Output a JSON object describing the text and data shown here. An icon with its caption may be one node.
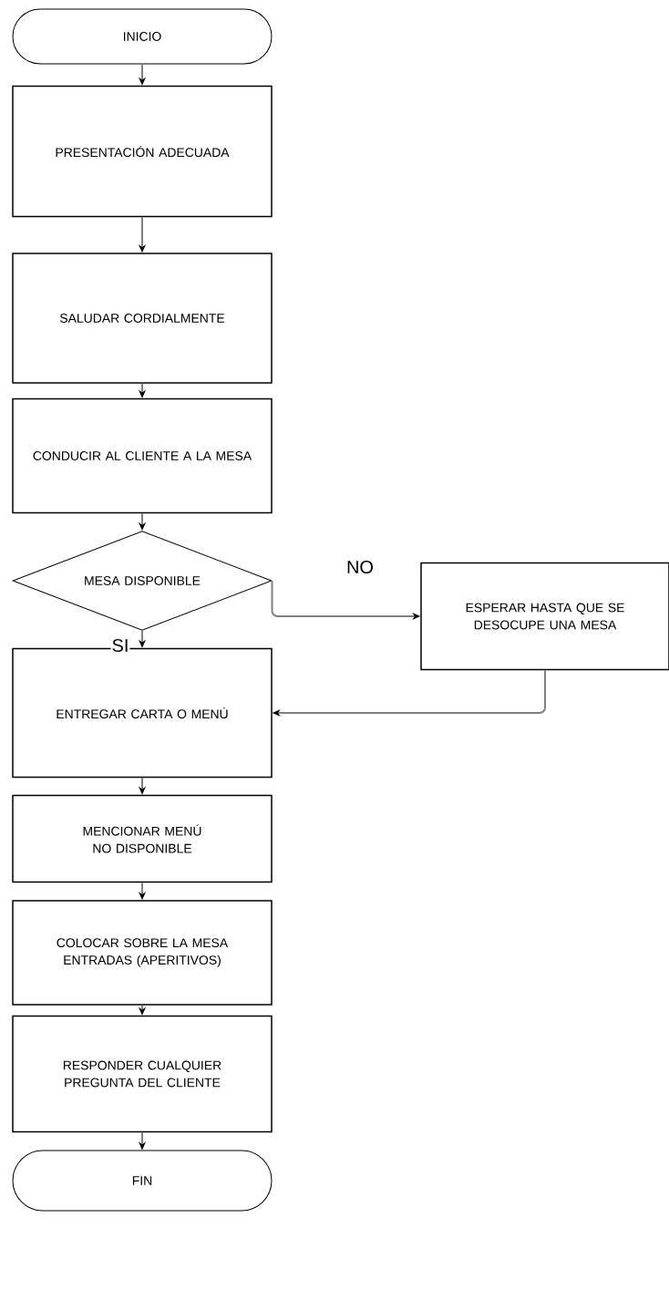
{
  "diagram": {
    "nodes": [
      {
        "text": [
          "INICIO"
        ]
      },
      {
        "text": [
          "PRESENTACIÓN ADECUADA"
        ]
      },
      {
        "text": [
          "SALUDAR CORDIALMENTE"
        ]
      },
      {
        "text": [
          "CONDUCIR AL CLIENTE A LA MESA"
        ]
      },
      {
        "text": [
          "MESA DISPONIBLE"
        ]
      },
      {
        "text": [
          "ESPERAR HASTA QUE SE DESOCUPE UNA MESA"
        ]
      },
      {
        "text": [
          "ENTREGAR  CARTA O MENÚ"
        ]
      },
      {
        "text": [
          "MENCIONAR MENÚ NO DISPONIBLE"
        ]
      },
      {
        "text": [
          "COLOCAR SOBRE LA MESA ENTRADAS (APERITIVOS)"
        ]
      },
      {
        "text": [
          "RESPONDER CUALQUIER PREGUNTA DEL CLIENTE"
        ]
      },
      {
        "text": [
          "FIN"
        ]
      }
    ],
    "edges": [
      {
        "from": 0,
        "to": 1,
        "arrow": "to"
      },
      {
        "from": 1,
        "to": 2,
        "arrow": "to"
      },
      {
        "from": 2,
        "to": 3,
        "arrow": "to"
      },
      {
        "from": 3,
        "to": 4,
        "arrow": "to"
      },
      {
        "from": 4,
        "to": 5,
        "arrow": "to",
        "label": "NO"
      },
      {
        "from": 4,
        "to": 6,
        "arrow": "to",
        "label": "SI"
      },
      {
        "from": 5,
        "to": 6,
        "arrow": "to"
      },
      {
        "from": 6,
        "to": 7,
        "arrow": "to"
      },
      {
        "from": 7,
        "to": 8,
        "arrow": "to"
      },
      {
        "from": 8,
        "to": 9,
        "arrow": "to"
      },
      {
        "from": 9,
        "to": 10,
        "arrow": "to"
      }
    ]
  }
}
